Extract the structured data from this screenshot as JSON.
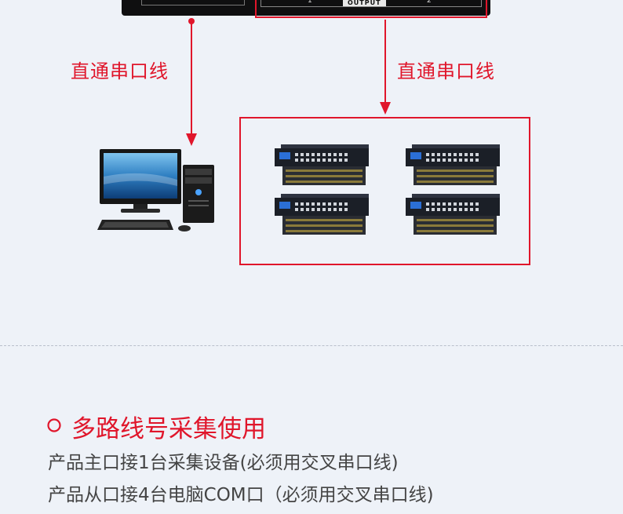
{
  "diagram": {
    "output_label": "OUTPUT",
    "port_left": "1",
    "port_right": "2",
    "cable_left": "直通串口线",
    "cable_right": "直通串口线"
  },
  "section": {
    "title": "多路线号采集使用",
    "lines": [
      "产品主口接1台采集设备(必须用交叉串口线)",
      "产品从口接4台电脑COM口（必须用交叉串口线)"
    ]
  },
  "colors": {
    "accent": "#e0162b",
    "background": "#eef2f8",
    "text": "#444444"
  }
}
